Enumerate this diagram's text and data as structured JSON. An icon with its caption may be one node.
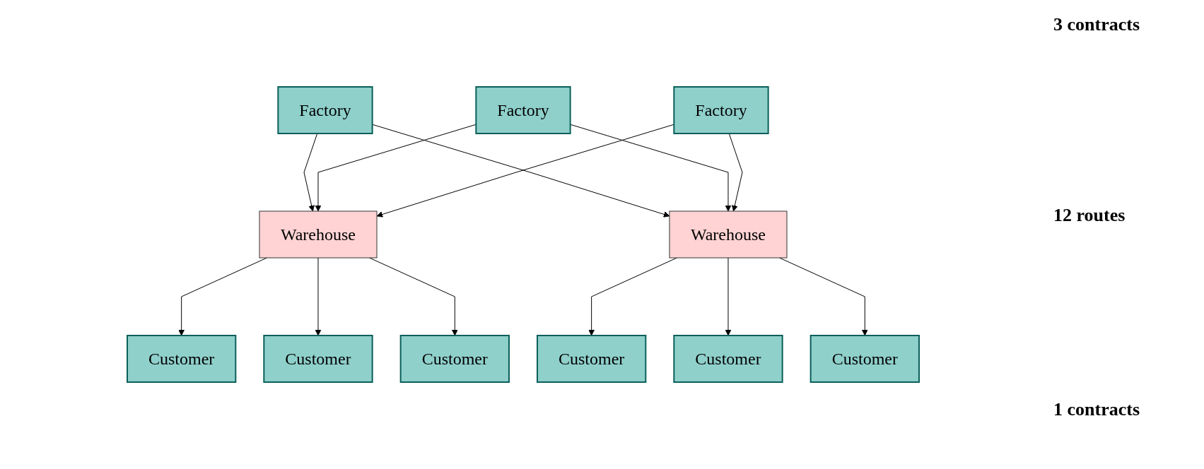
{
  "diagram": {
    "nodes": [
      {
        "text": [
          "Factory"
        ]
      },
      {
        "text": [
          "Factory"
        ]
      },
      {
        "text": [
          "Factory"
        ]
      },
      {
        "text": [
          "Warehouse"
        ]
      },
      {
        "text": [
          "Warehouse"
        ]
      },
      {
        "text": [
          "Customer"
        ]
      },
      {
        "text": [
          "Customer"
        ]
      },
      {
        "text": [
          "Customer"
        ]
      },
      {
        "text": [
          "Customer"
        ]
      },
      {
        "text": [
          "Customer"
        ]
      },
      {
        "text": [
          "Customer"
        ]
      }
    ],
    "edges": [
      {
        "from": 0,
        "to": 3,
        "arrow": "to"
      },
      {
        "from": 0,
        "to": 4,
        "arrow": "to"
      },
      {
        "from": 1,
        "to": 3,
        "arrow": "to"
      },
      {
        "from": 1,
        "to": 4,
        "arrow": "to"
      },
      {
        "from": 2,
        "to": 3,
        "arrow": "to"
      },
      {
        "from": 2,
        "to": 4,
        "arrow": "to"
      },
      {
        "from": 3,
        "to": 5,
        "arrow": "to"
      },
      {
        "from": 3,
        "to": 6,
        "arrow": "to"
      },
      {
        "from": 3,
        "to": 7,
        "arrow": "to"
      },
      {
        "from": 4,
        "to": 8,
        "arrow": "to"
      },
      {
        "from": 4,
        "to": 9,
        "arrow": "to"
      },
      {
        "from": 4,
        "to": 10,
        "arrow": "to"
      }
    ],
    "labels": [
      "3 contracts",
      "12 routes",
      "1 contracts"
    ]
  }
}
